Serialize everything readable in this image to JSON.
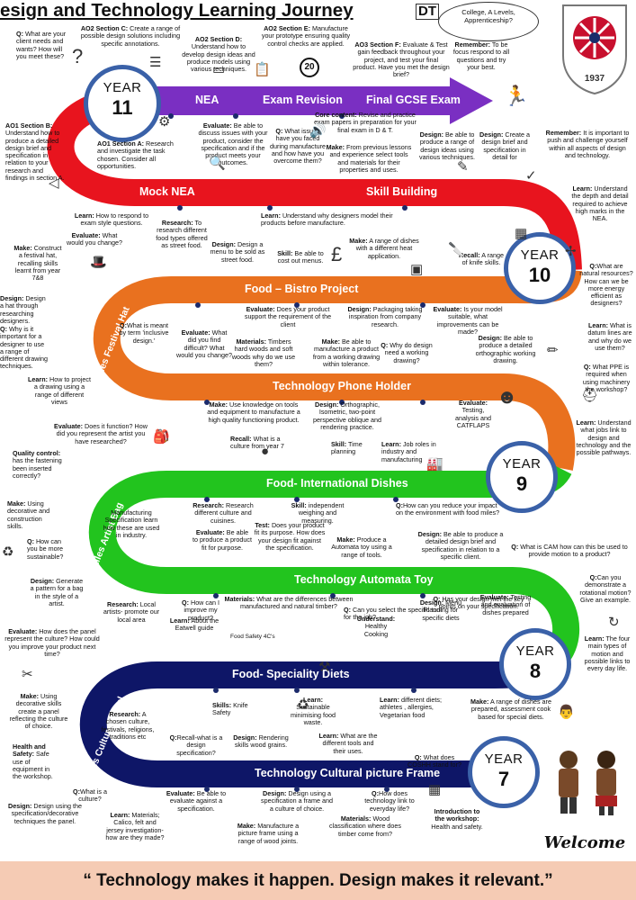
{
  "title": "esign and Technology Learning Journey",
  "dt_logo": "DT",
  "college_bubble": "College, A Levels, Apprenticeship?",
  "crest_year": "1937",
  "quote": "“ Technology makes it happen. Design makes it relevant.”",
  "welcome": "Welcome",
  "colors": {
    "purple": "#7a2fc2",
    "red": "#e8141e",
    "orange": "#e9711f",
    "green": "#22c41e",
    "navy": "#0e1667",
    "circle_border": "#3a61a8",
    "quote_bg": "#f5cbb4"
  },
  "years": [
    {
      "label": "YEAR",
      "number": "11"
    },
    {
      "label": "YEAR",
      "number": "10"
    },
    {
      "label": "YEAR",
      "number": "9"
    },
    {
      "label": "YEAR",
      "number": "8"
    },
    {
      "label": "YEAR",
      "number": "7"
    }
  ],
  "bands": {
    "nea": "NEA",
    "exam_revision": "Exam Revision",
    "final_exam": "Final GCSE Exam",
    "mock_nea": "Mock NEA",
    "skill_building": "Skill Building",
    "bistro": "Food – Bistro Project",
    "phone_holder": "Technology Phone Holder",
    "international": "Food- International Dishes",
    "automata": "Technology Automata Toy",
    "speciality": "Food- Speciality Diets",
    "picture_frame": "Technology Cultural picture Frame",
    "festival_hat": "Textiles Festival Hat",
    "artist_bag": "Textiles Artist Bag",
    "cultural_panel": "Textiles Cultural Panel",
    "exam_number": "20"
  },
  "texts": [
    "Q: What are your client needs and wants? How will you meet these?",
    "AO2 Section C: Create a range of possible design solutions including specific annotations.",
    "AO2 Section D: Understand how to develop design ideas and produce models using various techniques.",
    "AO2 Section E: Manufacture your prototype ensuring quality control checks are applied.",
    "AO3 Section F: Evaluate & Test gain feedback throughout your project, and test your final product. Have you met the design brief?",
    "Remember: To be focus respond to all questions and try your best.",
    "AO1 Section B: Understand how to produce a detailed design brief and specification in relation to your research and findings in section A.",
    "AO1 Section A: Research and investigate the task chosen. Consider all opportunities.",
    "Evaluate: Be able to discuss issues with your product, consider the specification and if the product meets your outcomes.",
    "Q: What issues have you faced during manufacture and how have you overcome them?",
    "Core content: Revise and practice exam papers in preparation for your final exam in D & T.",
    "Make: From previous lessons and experience select tools and materials for their properties and uses.",
    "Design: Be able to produce a range of design ideas using various techniques.",
    "Design: Create a design brief and specification in detail for",
    "Remember: It is important to push and challenge yourself within all aspects of design and technology.",
    "Learn: How to respond to exam style questions.",
    "Learn: Understand why designers model their products before manufacture.",
    "Learn: Understand the depth and detail required to achieve high marks in the NEA.",
    "Evaluate: What would you change?",
    "Research: To research different food types offered as street food.",
    "Design: Design a menu to be sold as street food.",
    "Skill: Be able to cost out menus.",
    "Make: A range of dishes with a different heat application.",
    "Recall: A range of knife skills.",
    "Make: Construct a festival hat, recalling skills learnt from year 7&8",
    "Design: Design a hat through researching designers.",
    "Q: Why is it important for a designer to use a range of different drawing techniques.",
    "Q:What is meant by term 'inclusive design.'",
    "Evaluate: Does your product support the requirement of the client",
    "Design: Packaging taking inspiration from company research.",
    "Evaluate: Is your model suitable, what improvements can be made?",
    "Q:What are natural resources? How can we be more energy efficient as designers?",
    "Learn: How to project a drawing using a range of different views",
    "Evaluate: What did you find difficult? What would you change?",
    "Materials: Timbers hard woods and soft woods why do we use them?",
    "Make: Be able to manufacture a product from a working drawing within tolerance.",
    "Q: Why do design need a working drawing?",
    "Design: Be able to produce a detailed orthographic working drawing.",
    "Learn: What is datum lines are and why do we use them?",
    "Q: What PPE is required when using machinery the workshop?",
    "Make: Use knowledge on tools and equipment to manufacture a high quality functioning product.",
    "Design: Orthographic, Isometric, two-point perspective oblique and rendering practice.",
    "Evaluate: Testing, analysis and CATFLAPS",
    "Learn: Understand what jobs link to design and technology and the possible pathways.",
    "Evaluate: Does it function? How did you represent the artist you have researched?",
    "Recall: What is a culture from year 7",
    "Skill: Time planning",
    "Learn: Job roles in industry and manufacturing",
    "Quality control: has the fastening been inserted correctly?",
    "Make: Using decorative and construction skills.",
    "Manufacturing Specification learn how these are used in industry.",
    "Research: Research different culture and cuisines.",
    "Skill: independent weighing and measuring.",
    "Q:How can you reduce your impact on the environment with food miles?",
    "Q: How can you be more sustainable?",
    "Evaluate: Be able to produce a product fit for purpose.",
    "Test: Does your product fit its purpose. How does your design fit against the specification.",
    "Make: Produce a Automata toy using a range of tools.",
    "Design: Be able to produce a detailed design brief and specification in relation to a specific client.",
    "Q: What is CAM how can this be used to provide motion to a product?",
    "Design: Generate a pattern for a bag in the style of a artist.",
    "Research: Local artists- promote our local area",
    "Q: How can I improve my product?",
    "Materials: What are the differences between manufactured and natural timber?",
    "Q: Can you select the specific tool for the job?",
    "Q: Has your design met the key points on your specification.",
    "Q:Can you demonstrate a rotational motion? Give an example.",
    "Evaluate: How does the panel represent the culture? How could you improve your product next time?",
    "Learn: About the Eatwell guide",
    "Food Safety 4C's",
    "Understand: Healthy Cooking",
    "Design: Menu Planning for specific diets",
    "Evaluate: Testing and evaluation of dishes prepared",
    "Learn: The four main types of motion and possible links to every day life.",
    "Make: Using decorative skills create a panel reflecting the culture of choice.",
    "Research: A chosen culture, festivals, religions, traditions etc",
    "Skills: Knife Safety",
    "Learn: Sustainable minimising food waste.",
    "Learn: different diets; athletes , allergies, Vegetarian food",
    "Make: A range of dishes are prepared, assessment cook based for special diets.",
    "Health and Safety: Safe use of equipment in the workshop.",
    "Q:Recall-what is a design specification?",
    "Design: Rendering skills wood grains.",
    "Learn: What are the different tools and their uses.",
    "Q: What does COSHH stand for?",
    "Q:What is a culture?",
    "Design: Design using the specification/decorative techniques the panel.",
    "Evaluate: Be able to evaluate against a specification.",
    "Design: Design using a specification a frame and a culture of choice.",
    "Q:How does technology link to everyday life?",
    "Introduction to the workshop: Health and safety.",
    "Learn: Materials; Calico, felt and jersey investigation- how are they made?",
    "Make: Manufacture a picture frame using a range of wood joints.",
    "Materials: Wood classification where does timber come from?"
  ],
  "icons": [
    "question-icon",
    "list-icon",
    "monitor-icon",
    "clipboard-icon",
    "countdown-icon",
    "runner-icon",
    "gears-icon",
    "magnifier-icon",
    "speaker-icon",
    "pencil-icon",
    "stamp-icon",
    "crate-icon",
    "wind-turbine-icon",
    "person-icon",
    "hat-icon",
    "pound-icon",
    "oven-icon",
    "knife-icon",
    "globe-icon",
    "shield-icon",
    "helmet-icon",
    "head-gears-icon",
    "factory-icon",
    "bag-icon",
    "planet-icon",
    "recycle-icon",
    "sewing-icon",
    "frame-icon",
    "chef-icon",
    "wheel-icon",
    "saw-icon",
    "students-icon"
  ]
}
